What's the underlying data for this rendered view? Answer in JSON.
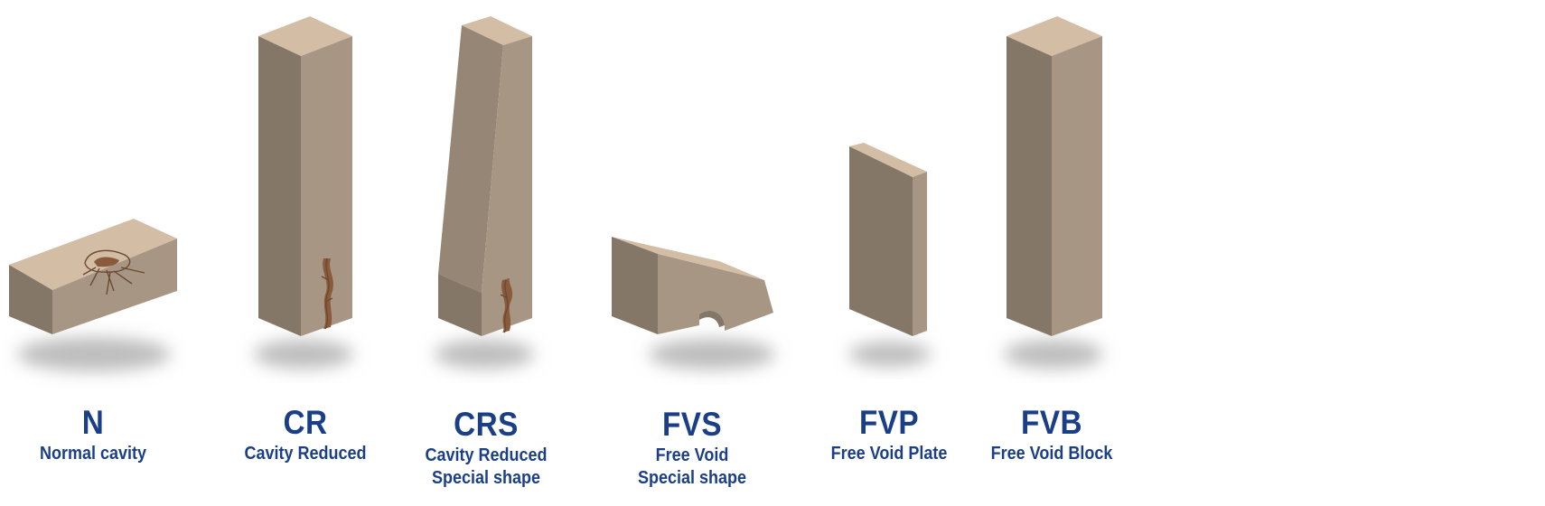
{
  "colors": {
    "top_face": "#d3bda5",
    "left_face": "#857767",
    "right_face": "#a89684",
    "slope_face": "#968675",
    "shadow": "#bdbdbd",
    "crack_fill": "#8a5a3c",
    "crack_line": "#6b4a33",
    "label_text": "#1a3f86"
  },
  "blocks": [
    {
      "code": "N",
      "label": "Normal cavity",
      "icon": "flat-block-with-cavity-icon"
    },
    {
      "code": "CR",
      "label": "Cavity Reduced",
      "icon": "tall-block-with-crack-icon"
    },
    {
      "code": "CRS",
      "label": "Cavity Reduced\nSpecial shape",
      "icon": "tapered-block-with-crack-icon"
    },
    {
      "code": "FVS",
      "label": "Free Void\nSpecial shape",
      "icon": "sloped-arch-block-icon"
    },
    {
      "code": "FVP",
      "label": "Free Void Plate",
      "icon": "thin-plate-icon"
    },
    {
      "code": "FVB",
      "label": "Free Void Block",
      "icon": "tall-block-icon"
    }
  ]
}
